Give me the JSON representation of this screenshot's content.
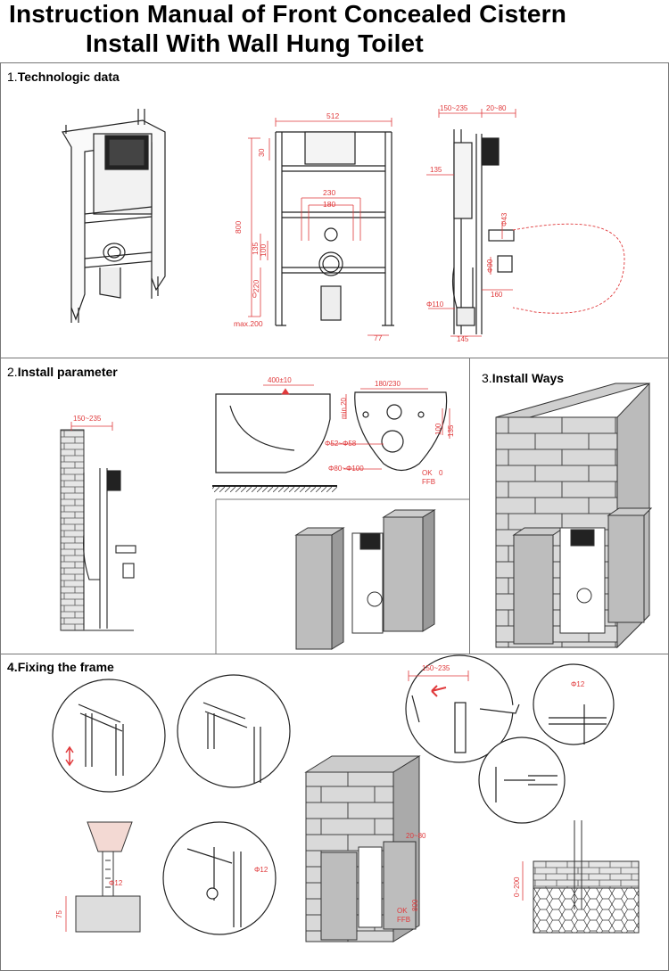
{
  "title_line1": "Instruction Manual of Front Concealed Cistern",
  "title_line2": "Install With Wall Hung Toilet",
  "sections": {
    "s1": {
      "num": "1.",
      "label": "Technologic data"
    },
    "s2": {
      "num": "2.",
      "label": "Install parameter"
    },
    "s3": {
      "num": "3.",
      "label": "Install Ways"
    },
    "s4": {
      "num": "4.",
      "label": "Fixing the frame"
    }
  },
  "dimensions": {
    "width_512": "512",
    "h_30": "30",
    "h_800": "800",
    "w_230": "230",
    "w_180": "180",
    "h_135": "135",
    "h_100": "100",
    "h_220": "220",
    "h_0": "0",
    "max200": "max.200",
    "w_77": "77",
    "side_150_235": "150~235",
    "side_20_80": "20~80",
    "side_135": "135",
    "phi43": "Φ43",
    "phi90": "Φ90",
    "w_160": "160",
    "phi110": "Φ110",
    "w_145": "145",
    "p2_150_235": "150~235",
    "p2_400": "400±10",
    "p2_min20": "min.20",
    "p2_180_230": "180/230",
    "p2_100": "100",
    "p2_135": "135",
    "p2_phi52": "Φ52~Φ58",
    "p2_phi80": "Φ80~Φ100",
    "p2_ok": "OK",
    "p2_ffb": "FFB",
    "p2_0": "0",
    "p4_150_235": "150~235",
    "p4_phi12a": "Φ12",
    "p4_phi12b": "Φ12",
    "p4_phi12c": "Φ12",
    "p4_75": "75",
    "p4_20_80": "20~80",
    "p4_800": "800",
    "p4_ok": "OK",
    "p4_ffb": "FFB",
    "p4_0_200": "0~200"
  }
}
